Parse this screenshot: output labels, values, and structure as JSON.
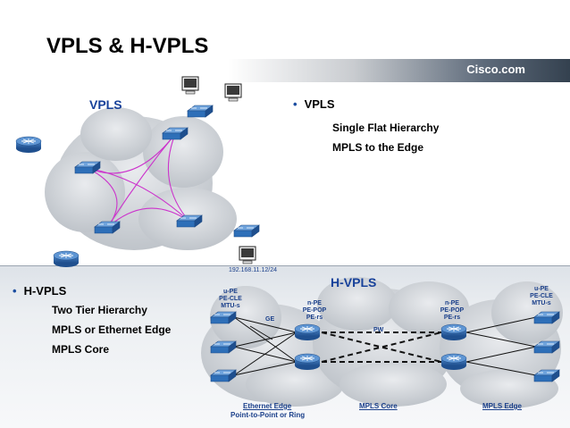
{
  "slide_title": "VPLS & H-VPLS",
  "brand": "Cisco.com",
  "vpls_diagram_label": "VPLS",
  "hvpls_diagram_label": "H-VPLS",
  "right_bullets": {
    "heading": "VPLS",
    "items": [
      "Single Flat Hierarchy",
      "MPLS to the Edge"
    ]
  },
  "left_bullets": {
    "heading": "H-VPLS",
    "items": [
      "Two Tier Hierarchy",
      "MPLS or Ethernet Edge",
      "MPLS Core"
    ]
  },
  "ip_address": "192.168.11.12/24",
  "node_labels": {
    "upe_left": [
      "u-PE",
      "PE-CLE",
      "MTU-s"
    ],
    "npe_left": [
      "n-PE",
      "PE-POP",
      "PE-rs"
    ],
    "npe_right": [
      "n-PE",
      "PE-POP",
      "PE-rs"
    ],
    "upe_right": [
      "u-PE",
      "PE-CLE",
      "MTU-s"
    ]
  },
  "link_labels": {
    "ge": "GE",
    "pw": "PW"
  },
  "footer_labels": {
    "ethernet_edge": "Ethernet Edge",
    "ethernet_edge_sub": "Point-to-Point or Ring",
    "mpls_core": "MPLS Core",
    "mpls_edge": "MPLS Edge"
  },
  "colors": {
    "accent_blue": "#17419a",
    "router_blue": "#2e6fb8",
    "mesh_magenta": "#cc33cc",
    "cloud_gray": "#cfd3d8"
  }
}
